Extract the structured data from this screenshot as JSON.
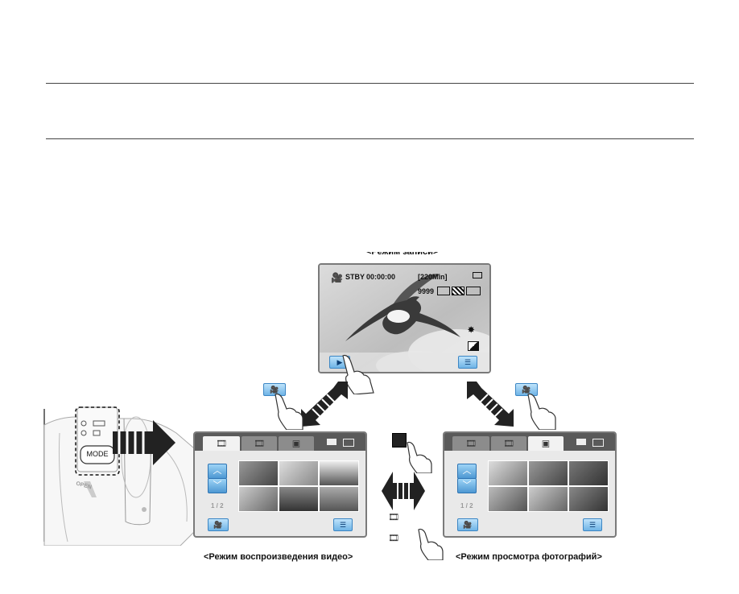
{
  "caption_top": "<Режим записи>",
  "caption_video": "<Режим воспроизведения видео>",
  "caption_photo": "<Режим просмотра фотографий>",
  "camera": {
    "mode_label": "MODE",
    "open_label": "OPEN"
  },
  "record_screen": {
    "status": "STBY",
    "time": "00:00:00",
    "remaining": "[220Min]",
    "count": "9999"
  },
  "video_screen": {
    "page": "1 / 2"
  },
  "photo_screen": {
    "page": "1 / 2"
  },
  "colors": {
    "button": "#6fb4e6",
    "tabbar": "#5a5a5a",
    "arrow": "#2a2a2a"
  }
}
